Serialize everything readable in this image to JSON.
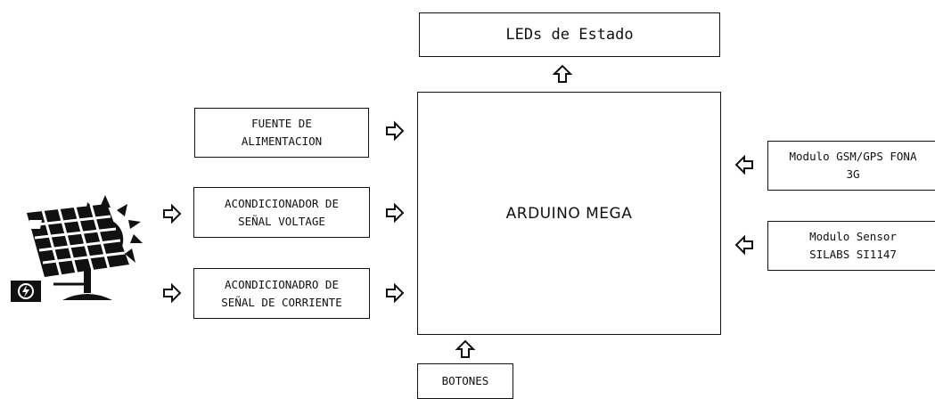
{
  "blocks": {
    "leds": "LEDs de Estado",
    "mega": "ARDUINO MEGA",
    "fuente": "FUENTE DE\nALIMENTACION",
    "voltage": "ACONDICIONADOR DE\nSEÑAL VOLTAGE",
    "corriente": "ACONDICIONADRO DE\nSEÑAL DE CORRIENTE",
    "gsm": "Modulo GSM/GPS FONA\n3G",
    "sensor": "Modulo Sensor\nSILABS SI1147",
    "botones": "BOTONES"
  },
  "icons": {
    "solar": "solar-panel-icon",
    "arrow": "hollow-arrow-icon"
  }
}
